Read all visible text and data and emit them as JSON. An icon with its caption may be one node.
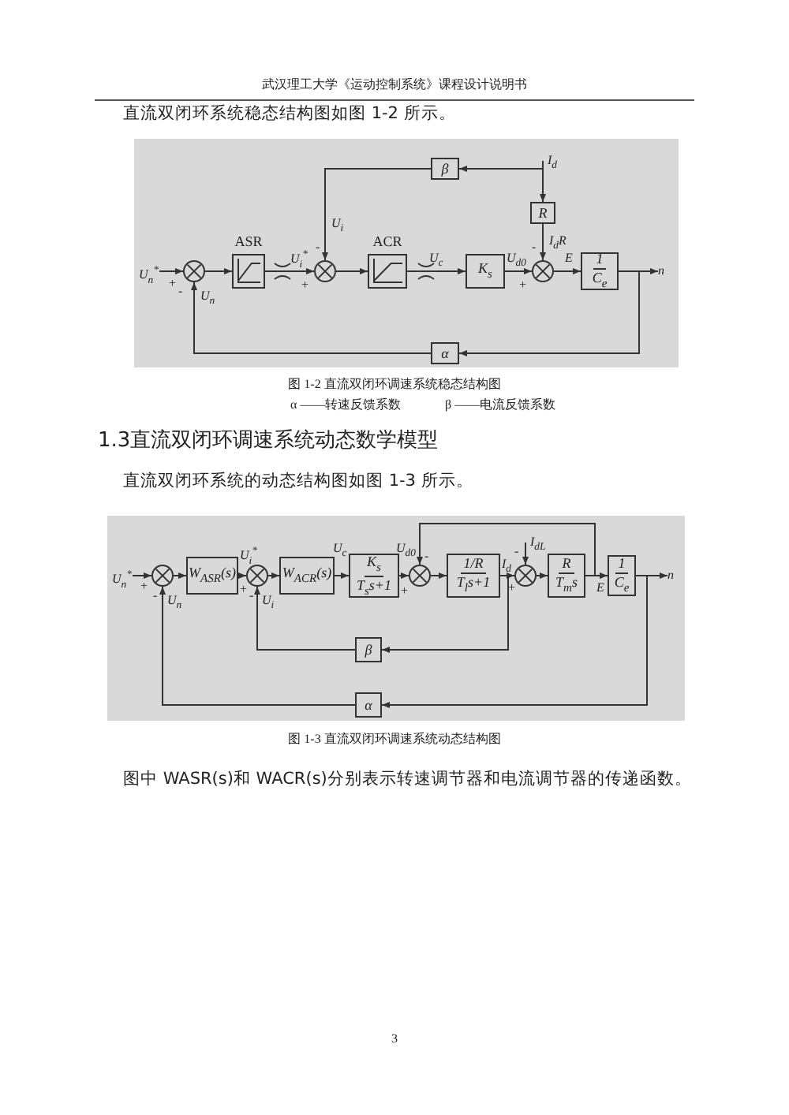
{
  "diagram": {
    "nodes": [
      {
        "text": [],
        "shape": "circle"
      },
      {
        "text": [
          "ASR"
        ]
      },
      {
        "text": [],
        "shape": "circle"
      },
      {
        "text": [
          "ACR"
        ]
      },
      {
        "text": [
          "K$_{s}$"
        ]
      },
      {
        "text": [],
        "shape": "circle"
      },
      {
        "text": [
          "1",
          "C$_{e}$"
        ]
      },
      {
        "text": [
          "β"
        ]
      },
      {
        "text": [
          "R"
        ]
      },
      {
        "text": [
          "α"
        ]
      },
      {
        "text": [],
        "shape": "circle"
      },
      {
        "text": [
          "W$_{ASR}$(s)"
        ]
      },
      {
        "text": [],
        "shape": "circle"
      },
      {
        "text": [
          "W$_{ACR}$(s)"
        ]
      },
      {
        "text": [
          "K$_{s}$",
          "T$_{s}$s+1"
        ]
      },
      {
        "text": [],
        "shape": "circle"
      },
      {
        "text": [
          "1/R",
          "T$_{l}$s+1"
        ]
      },
      {
        "text": [],
        "shape": "circle"
      },
      {
        "text": [
          "R",
          "T$_{m}$s"
        ]
      },
      {
        "text": [
          "1",
          "C$_{e}$"
        ]
      },
      {
        "text": [
          "β"
        ]
      },
      {
        "text": [
          "α"
        ]
      },
      {
        "text": [
          "U$_{n}$$^{*}$"
        ]
      },
      {
        "text": [
          "n"
        ]
      },
      {
        "text": [
          "I$_{d}$"
        ]
      },
      {
        "text": [
          "U$_{n}$$^{*}$"
        ]
      },
      {
        "text": [
          "n"
        ]
      },
      {
        "text": [
          "I$_{dL}$"
        ]
      }
    ],
    "edges": [
      {
        "from": 22,
        "to": 0,
        "arrow": "to"
      },
      {
        "from": 0,
        "to": 1,
        "arrow": "to"
      },
      {
        "from": 1,
        "to": 2,
        "arrow": "to"
      },
      {
        "from": 2,
        "to": 3,
        "arrow": "to"
      },
      {
        "from": 3,
        "to": 4,
        "arrow": "to"
      },
      {
        "from": 4,
        "to": 5,
        "arrow": "to"
      },
      {
        "from": 5,
        "to": 6,
        "arrow": "to"
      },
      {
        "from": 6,
        "to": 23,
        "arrow": "to"
      },
      {
        "from": 6,
        "to": 9,
        "arrow": "to"
      },
      {
        "from": 9,
        "to": 0,
        "arrow": "to"
      },
      {
        "from": 24,
        "to": 8,
        "arrow": "to"
      },
      {
        "from": 24,
        "to": 7,
        "arrow": "to"
      },
      {
        "from": 7,
        "to": 2,
        "arrow": "to"
      },
      {
        "from": 8,
        "to": 5,
        "arrow": "to"
      },
      {
        "from": 25,
        "to": 10,
        "arrow": "to"
      },
      {
        "from": 10,
        "to": 11,
        "arrow": "to"
      },
      {
        "from": 11,
        "to": 12,
        "arrow": "to"
      },
      {
        "from": 12,
        "to": 13,
        "arrow": "to"
      },
      {
        "from": 13,
        "to": 14,
        "arrow": "to"
      },
      {
        "from": 14,
        "to": 15,
        "arrow": "to"
      },
      {
        "from": 15,
        "to": 16,
        "arrow": "to"
      },
      {
        "from": 16,
        "to": 17,
        "arrow": "to"
      },
      {
        "from": 17,
        "to": 18,
        "arrow": "to"
      },
      {
        "from": 18,
        "to": 19,
        "arrow": "to"
      },
      {
        "from": 19,
        "to": 26,
        "arrow": "to"
      },
      {
        "from": 18,
        "to": 15,
        "arrow": "to"
      },
      {
        "from": 16,
        "to": 20,
        "arrow": "to"
      },
      {
        "from": 20,
        "to": 12,
        "arrow": "to"
      },
      {
        "from": 19,
        "to": 21,
        "arrow": "to"
      },
      {
        "from": 21,
        "to": 10,
        "arrow": "to"
      },
      {
        "from": 27,
        "to": 17,
        "arrow": "to"
      }
    ],
    "labels": [
      "武汉理工大学《运动控制系统》课程设计说明书",
      "直流双闭环系统稳态结构图如图 1-2 所示。",
      "U$_{i}$",
      "-",
      "I$_{d}$R",
      "-",
      "U$_{i}$$^{*}$",
      "U$_{c}$",
      "U$_{d0}$",
      "E",
      "+",
      "+",
      "+",
      "-",
      "U$_{n}$",
      "图 1-2 直流双闭环调速系统稳态结构图",
      "α ——转速反馈系数",
      "β ——电流反馈系数",
      "1.3直流双闭环调速系统动态数学模型",
      "直流双闭环系统的动态结构图如图 1-3 所示。",
      "U$_{i}$$^{*}$",
      "U$_{c}$",
      "U$_{d0}$",
      "-",
      "-",
      "I$_{d}$",
      "+",
      "+",
      "+",
      "+",
      "E",
      "-",
      "-",
      "U$_{n}$",
      "U$_{i}$",
      "图 1-3 直流双闭环调速系统动态结构图",
      "图中 WASR(s)和 WACR(s)分别表示转速调节器和电流调节器的传递函数。",
      "3"
    ]
  }
}
